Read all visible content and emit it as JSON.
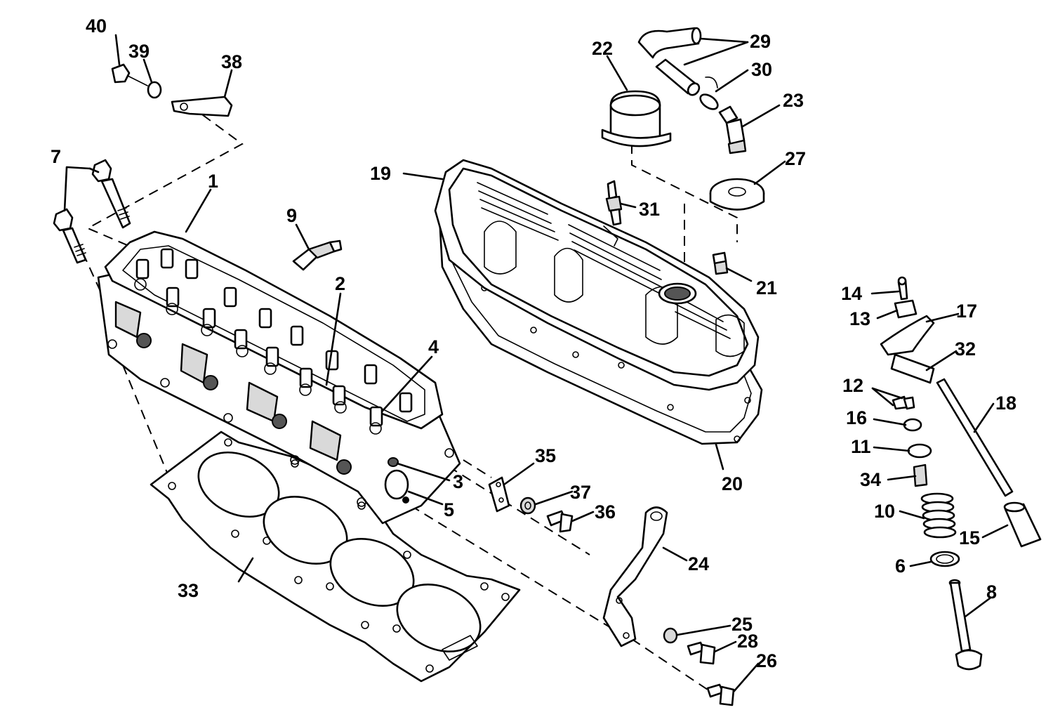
{
  "callouts": {
    "c1": "1",
    "c2": "2",
    "c3": "3",
    "c4": "4",
    "c5": "5",
    "c6": "6",
    "c7": "7",
    "c8": "8",
    "c9": "9",
    "c10": "10",
    "c11": "11",
    "c12": "12",
    "c13": "13",
    "c14": "14",
    "c15": "15",
    "c16": "16",
    "c17": "17",
    "c18": "18",
    "c19": "19",
    "c20": "20",
    "c21": "21",
    "c22": "22",
    "c23": "23",
    "c24": "24",
    "c25": "25",
    "c26": "26",
    "c27": "27",
    "c28": "28",
    "c29": "29",
    "c30": "30",
    "c31": "31",
    "c32": "32",
    "c33": "33",
    "c34": "34",
    "c35": "35",
    "c36": "36",
    "c37": "37",
    "c38": "38",
    "c39": "39",
    "c40": "40"
  },
  "icons": [
    "cylinder-head",
    "head-gasket",
    "valve-cover",
    "valve-cover-gasket",
    "oil-filler-cap",
    "pcv-valve",
    "spark-plug",
    "rocker-arm",
    "push-rod",
    "hydraulic-lifter",
    "valve-spring",
    "valve",
    "lifting-bracket"
  ]
}
